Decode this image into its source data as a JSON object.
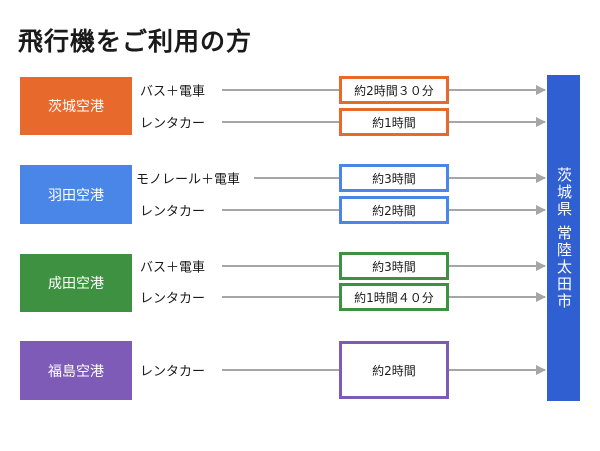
{
  "title": "飛行機をご利用の方",
  "destination": {
    "label": "茨城県 常陸太田市",
    "color": "#2f5fd0"
  },
  "airports": [
    {
      "name": "茨城空港",
      "color": "#e8692c",
      "routes": [
        {
          "label": "バス＋電車",
          "time": "約2時間３０分"
        },
        {
          "label": "レンタカー",
          "time": "約1時間"
        }
      ]
    },
    {
      "name": "羽田空港",
      "color": "#4a86e8",
      "routes": [
        {
          "label": "モノレール＋電車",
          "time": "約3時間"
        },
        {
          "label": "レンタカー",
          "time": "約2時間"
        }
      ]
    },
    {
      "name": "成田空港",
      "color": "#3f9142",
      "routes": [
        {
          "label": "バス＋電車",
          "time": "約3時間"
        },
        {
          "label": "レンタカー",
          "time": "約1時間４０分"
        }
      ]
    },
    {
      "name": "福島空港",
      "color": "#7e5bb7",
      "routes": [
        {
          "label": "レンタカー",
          "time": "約2時間"
        }
      ]
    }
  ]
}
